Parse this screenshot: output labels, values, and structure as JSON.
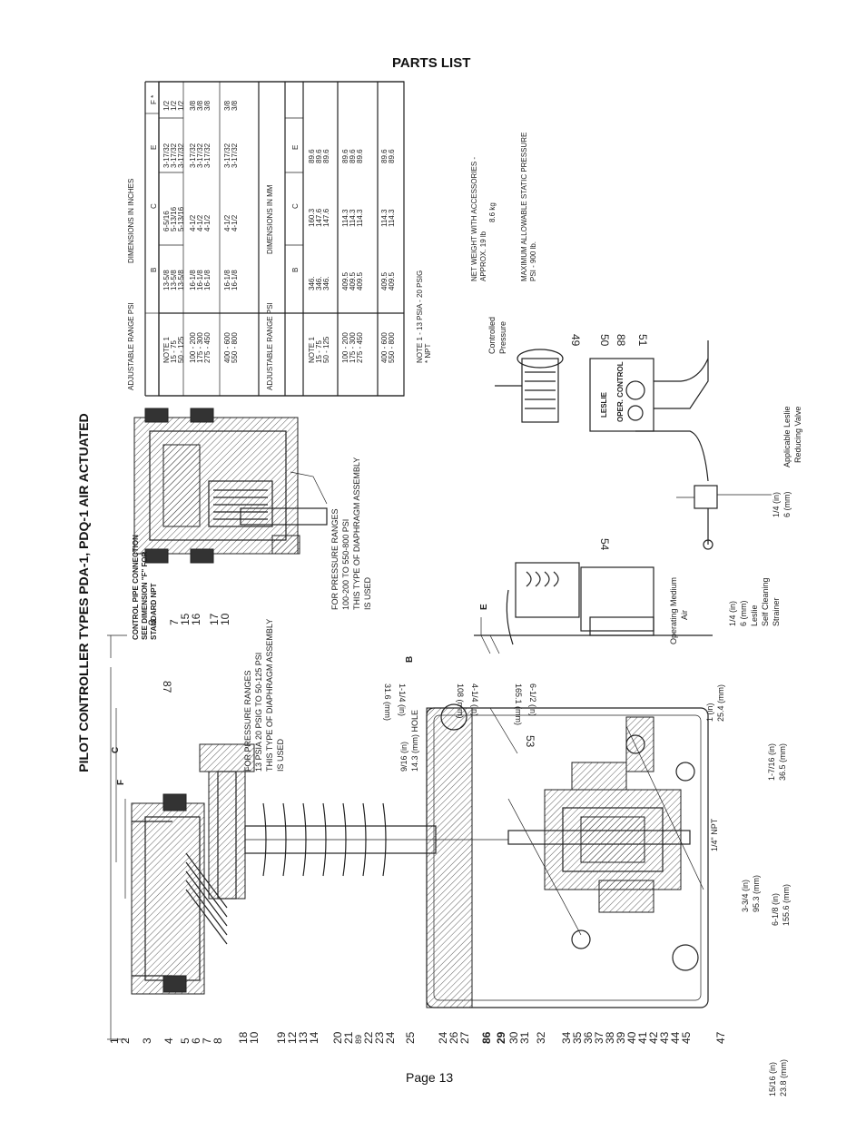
{
  "header": {
    "parts_list": "PARTS LIST"
  },
  "title": "PILOT CONTROLLER TYPES PDA-1, PDQ-1 AIR ACTUATED",
  "footer": {
    "page": "Page 13"
  },
  "table": {
    "header": {
      "range": "ADJUSTABLE RANGE PSI",
      "inches": "DIMENSIONS IN INCHES",
      "mm": "DIMENSIONS IN MM",
      "b": "B",
      "c": "C",
      "e": "E",
      "f": "F *"
    },
    "inch_groups": [
      {
        "range": [
          "NOTE 1",
          "15 - 75",
          "50 - 125"
        ],
        "b": [
          "13-5/8",
          "13-5/8",
          "13-5/8"
        ],
        "c": [
          "6-5/16",
          "5-13/16",
          "5-13/16"
        ],
        "e": [
          "3-17/32",
          "3-17/32",
          "3-17/32"
        ],
        "f": [
          "1/2",
          "1/2",
          "1/2"
        ]
      },
      {
        "range": [
          "100 - 200",
          "175 - 300",
          "275 - 450"
        ],
        "b": [
          "16-1/8",
          "16-1/8",
          "16-1/8"
        ],
        "c": [
          "4-1/2",
          "4-1/2",
          "4-1/2"
        ],
        "e": [
          "3-17/32",
          "3-17/32",
          "3-17/32"
        ],
        "f": [
          "3/8",
          "3/8",
          "3/8"
        ]
      },
      {
        "range": [
          "400 - 600",
          "550 - 800"
        ],
        "b": [
          "16-1/8",
          "16-1/8"
        ],
        "c": [
          "4-1/2",
          "4-1/2"
        ],
        "e": [
          "3-17/32",
          "3-17/32"
        ],
        "f": [
          "3/8",
          "3/8"
        ]
      }
    ],
    "mm_groups": [
      {
        "range": [
          "NOTE 1",
          "15 - 75",
          "50 - 125"
        ],
        "b": [
          "346.",
          "346.",
          "346."
        ],
        "c": [
          "160.3",
          "147.6",
          "147.6"
        ],
        "e": [
          "89.6",
          "89.6",
          "89.6"
        ]
      },
      {
        "range": [
          "100 - 200",
          "175 - 300",
          "275 - 450"
        ],
        "b": [
          "409.5",
          "409.5",
          "409.5"
        ],
        "c": [
          "114.3",
          "114.3",
          "114.3"
        ],
        "e": [
          "89.6",
          "89.6",
          "89.6"
        ]
      },
      {
        "range": [
          "400 - 600",
          "550 - 800"
        ],
        "b": [
          "409.5",
          "409.5"
        ],
        "c": [
          "114.3",
          "114.3"
        ],
        "e": [
          "89.6",
          "89.6"
        ]
      }
    ],
    "notes": [
      "NOTE 1 - 13 PSIA - 20 PSIG",
      "* NPT"
    ]
  },
  "weight": {
    "line1": "NET WEIGHT WITH ACCESSORIES -",
    "line2": "APPROX.      19  lb",
    "line3": "8.6 kg"
  },
  "pressure": {
    "line1": "MAXIMUM ALLOWABLE STATIC PRESSURE",
    "line2": "PSI - 900 lb."
  },
  "labels": {
    "control_pipe": [
      "CONTROL PIPE CONNECTION",
      "SEE DIMENSION \"F\" FOR",
      "STANDARD NPT"
    ],
    "range_low": [
      "FOR PRESSURE RANGES",
      "13 PSIA 20 PSIG TO 50-125 PSI",
      "THIS TYPE OF DIAPHRAGM ASSEMBLY",
      "IS USED"
    ],
    "range_high": [
      "FOR PRESSURE RANGES",
      "100-200 TO 550-800 PSI",
      "THIS TYPE OF DIAPHRAGM ASSEMBLY",
      "IS USED"
    ],
    "dims": {
      "d1516": [
        "15/16 (in)",
        "23.8 (mm)"
      ],
      "d334": [
        "3-3/4 (in)",
        "95.3 (mm)"
      ],
      "d618": [
        "6-1/8 (in)",
        "155.6 (mm)"
      ],
      "npt": "1/4\" NPT",
      "d1716": [
        "1-7/16 (in)",
        "36.5 (mm)"
      ],
      "d1in": [
        "1 (in)",
        "25.4 (mm)"
      ],
      "d916": [
        "9/16 (in)",
        "14.3 (mm) HOLE"
      ],
      "d114": [
        "1-1/4 (in)",
        "31.6 (mm)"
      ],
      "d412": [
        "4-1/4 (in)",
        "108 (mm)"
      ],
      "d612": [
        "6-1/2 (in)",
        "165.1 (mm)"
      ]
    },
    "letters": {
      "b": "B",
      "c": "C",
      "e": "E",
      "f": "F"
    },
    "controlled": [
      "Controlled",
      "Pressure"
    ],
    "operating": [
      "Operating Medium",
      "Air"
    ],
    "strainer": [
      "1/4 (in)",
      "6 (mm)",
      "Leslie",
      "Self Cleaning",
      "Strainer"
    ],
    "tube": [
      "1/4 (in)",
      "6 (mm)"
    ],
    "reducing": [
      "Applicable Leslie",
      "Reducing Valve"
    ],
    "oper_control": "OPER. CONTROL",
    "leslie_mark": "LESLIE"
  },
  "parts": {
    "left": [
      "1",
      "2",
      "3",
      "4",
      "5",
      "6",
      "7",
      "8",
      "18",
      "10",
      "19",
      "12",
      "13",
      "14",
      "20",
      "21",
      "89",
      "22",
      "23",
      "24",
      "25",
      "24",
      "26",
      "27",
      "86",
      "29",
      "30",
      "31",
      "32",
      "34",
      "35",
      "36",
      "37",
      "38",
      "39",
      "40",
      "41",
      "42",
      "43",
      "44",
      "45",
      "47"
    ],
    "top_numbers": [
      "3",
      "7",
      "15",
      "16",
      "17",
      "10"
    ],
    "n87": "87",
    "n53": "53",
    "n54": "54",
    "system": [
      "49",
      "50",
      "88",
      "51"
    ]
  }
}
